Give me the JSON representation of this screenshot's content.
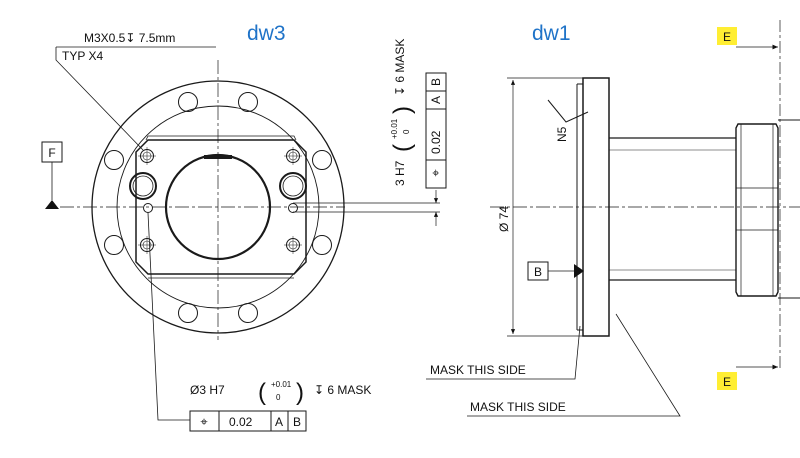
{
  "views": {
    "left_title": "dw3",
    "right_title": "dw1"
  },
  "notes": {
    "thread_spec": "M3X0.5↧ 7.5mm",
    "thread_qty": "TYP X4",
    "surface_finish": "N5",
    "diameter": "Ø 74",
    "mask_1": "MASK THIS SIDE",
    "mask_2": "MASK THIS SIDE"
  },
  "datums": {
    "f": "F",
    "b": "B",
    "e_top": "E",
    "e_bottom": "E"
  },
  "hole_callout_bottom": {
    "prefix": "Ø3 H7",
    "tol_upper": "+0.01",
    "tol_lower": "0",
    "depth": "↧ 6 MASK"
  },
  "hole_callout_vertical": {
    "prefix": "3 H7",
    "tol_upper": "+0.01",
    "tol_lower": "0",
    "depth": "↧ 6 MASK"
  },
  "fcf_bottom": {
    "symbol": "⌖",
    "tolerance": "0.02",
    "datum_a": "A",
    "datum_b": "B"
  },
  "fcf_vertical": {
    "symbol": "⌖",
    "tolerance": "0.02",
    "datum_a": "A",
    "datum_b": "B"
  },
  "colors": {
    "line": "#1a1a1a",
    "title": "#1f73c8",
    "highlight": "#ffee33"
  }
}
